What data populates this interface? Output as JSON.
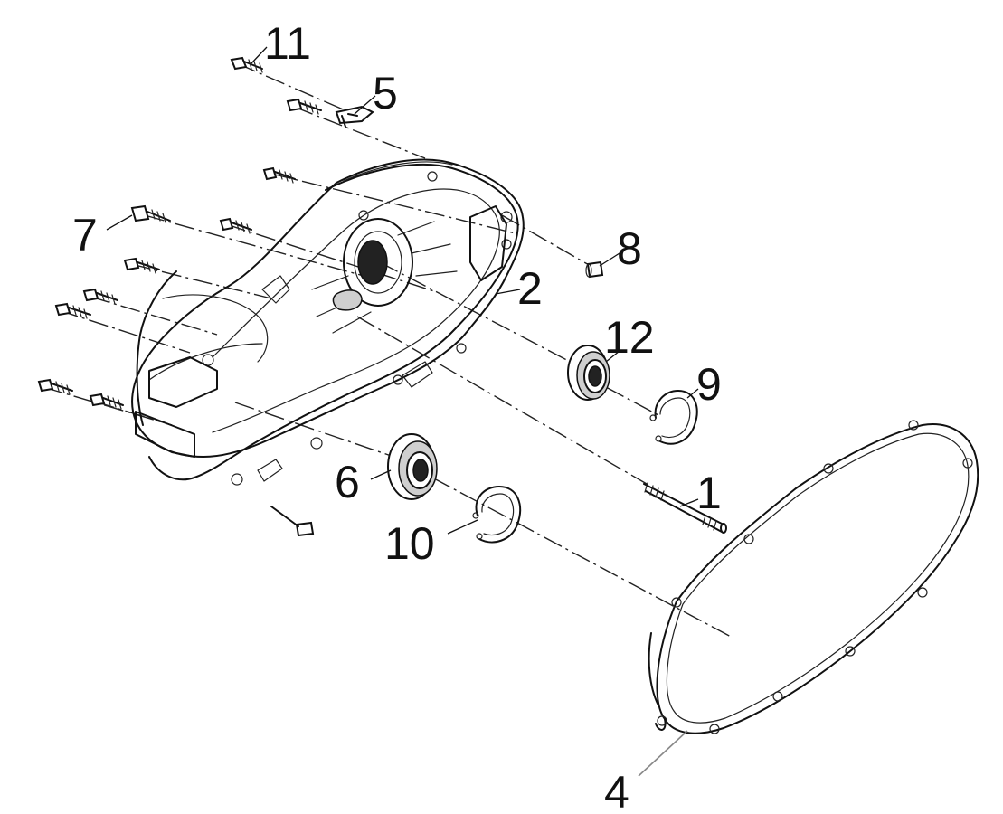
{
  "diagram": {
    "callouts": {
      "p1": "1",
      "p2": "2",
      "p4": "4",
      "p5": "5",
      "p6": "6",
      "p7": "7",
      "p8": "8",
      "p9": "9",
      "p10": "10",
      "p11": "11",
      "p12": "12"
    }
  }
}
